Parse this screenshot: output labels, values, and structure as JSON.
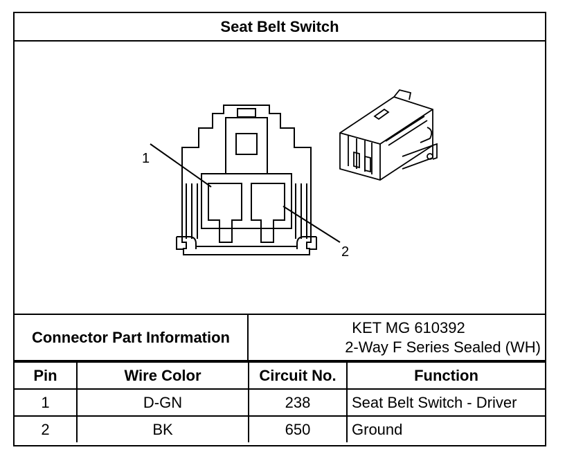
{
  "title": "Seat Belt Switch",
  "diagram": {
    "callouts": [
      "1",
      "2"
    ]
  },
  "connector_info": {
    "label": "Connector Part Information",
    "line1": "KET MG 610392",
    "line2": "2-Way F Series Sealed (WH)"
  },
  "table": {
    "headers": [
      "Pin",
      "Wire Color",
      "Circuit No.",
      "Function"
    ],
    "rows": [
      {
        "pin": "1",
        "wire_color": "D-GN",
        "circuit": "238",
        "function": "Seat Belt Switch - Driver"
      },
      {
        "pin": "2",
        "wire_color": "BK",
        "circuit": "650",
        "function": "Ground"
      }
    ]
  }
}
